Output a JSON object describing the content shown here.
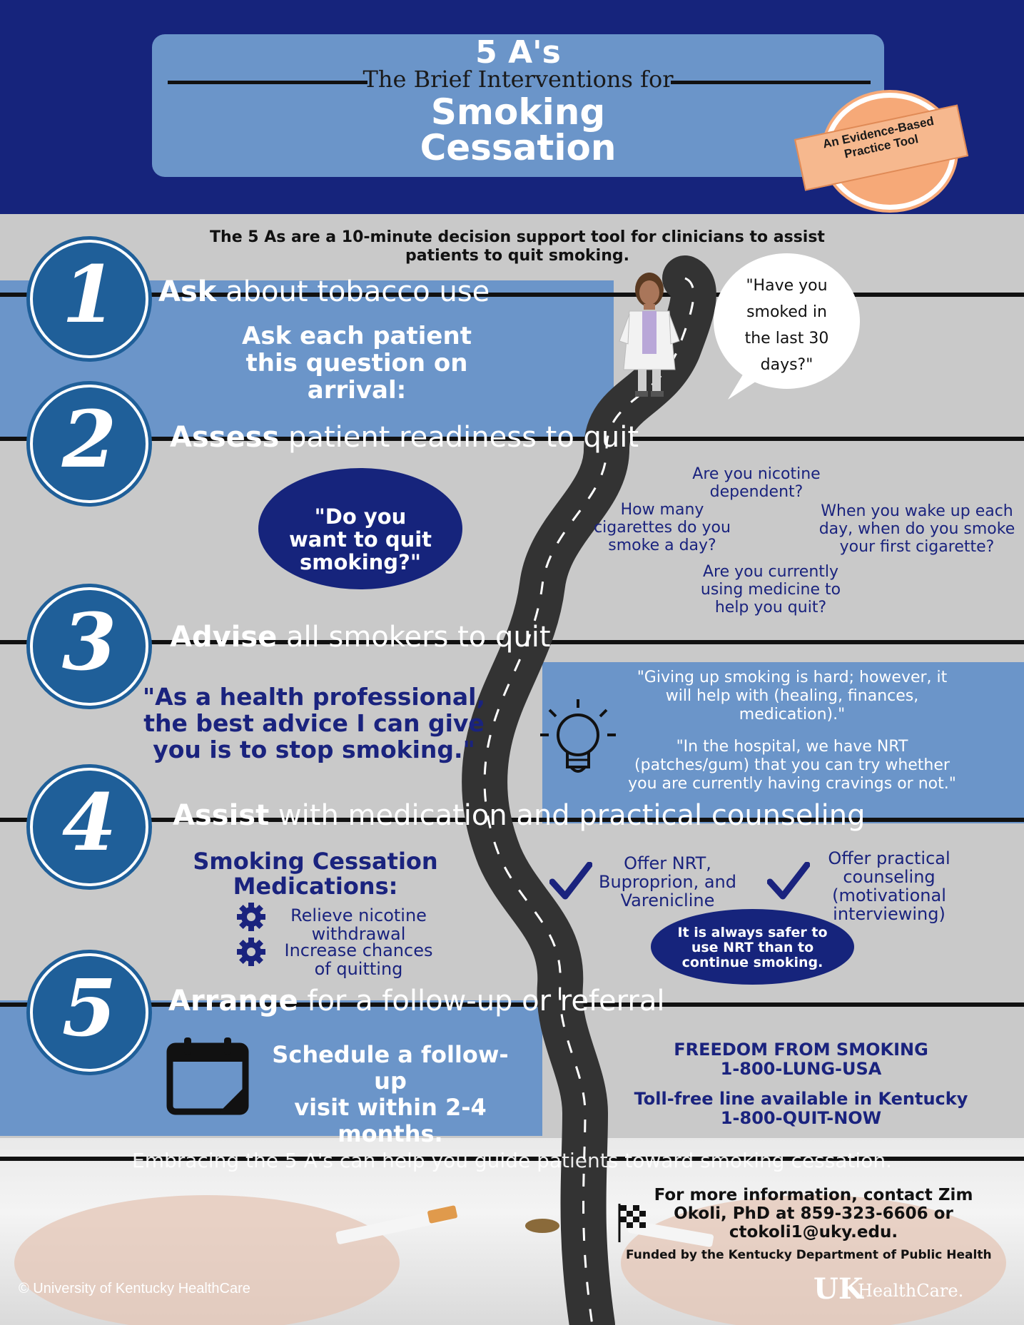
{
  "header": {
    "title_5as": "5 A's",
    "subtitle": "The Brief Interventions for",
    "title_line1": "Smoking",
    "title_line2": "Cessation",
    "badge_line1": "An Evidence-Based",
    "badge_line2": "Practice Tool"
  },
  "intro": {
    "line1": "The 5 As are a 10-minute decision support tool for clinicians to assist",
    "line2": "patients to quit smoking."
  },
  "steps": [
    {
      "number": "1",
      "keyword": "Ask",
      "rest": " about tobacco use"
    },
    {
      "number": "2",
      "keyword": "Assess",
      "rest": " patient readiness to quit"
    },
    {
      "number": "3",
      "keyword": "Advise",
      "rest": " all smokers to quit"
    },
    {
      "number": "4",
      "keyword": "Assist",
      "rest": " with medication and practical counseling"
    },
    {
      "number": "5",
      "keyword": "Arrange",
      "rest": " for a follow-up or referral"
    }
  ],
  "ask": {
    "instruction_line1": "Ask each patient",
    "instruction_line2": "this question on",
    "instruction_line3": "arrival:",
    "bubble_line1": "\"Have you",
    "bubble_line2": "smoked in",
    "bubble_line3": "the last 30",
    "bubble_line4": "days?\""
  },
  "assess": {
    "oval_line1": "\"Do you",
    "oval_line2": "want to quit",
    "oval_line3": "smoking?\"",
    "q1_line1": "Are you nicotine",
    "q1_line2": "dependent?",
    "q2_line1": "How many",
    "q2_line2": "cigarettes do you",
    "q2_line3": "smoke a day?",
    "q3_line1": "When you wake up each",
    "q3_line2": "day, when do you smoke",
    "q3_line3": "your first cigarette?",
    "q4_line1": "Are you currently",
    "q4_line2": "using medicine to",
    "q4_line3": "help you quit?"
  },
  "advise": {
    "quote_line1": "\"As a health professional,",
    "quote_line2": "the best advice I can give",
    "quote_line3": "you is to stop smoking.\"",
    "tip1_line1": "\"Giving up smoking is hard; however, it",
    "tip1_line2": "will help with (healing, finances,",
    "tip1_line3": "medication).\"",
    "tip2_line1": "\"In the hospital, we have NRT",
    "tip2_line2": "(patches/gum) that you can try whether",
    "tip2_line3": "you are currently having cravings or not.\""
  },
  "assist": {
    "med_title_line1": "Smoking Cessation",
    "med_title_line2": "Medications:",
    "med1_line1": "Relieve nicotine",
    "med1_line2": "withdrawal",
    "med2_line1": "Increase chances",
    "med2_line2": "of quitting",
    "offer1_line1": "Offer NRT,",
    "offer1_line2": "Buproprion, and",
    "offer1_line3": "Varenicline",
    "offer2_line1": "Offer practical",
    "offer2_line2": "counseling",
    "offer2_line3": "(motivational",
    "offer2_line4": "interviewing)",
    "safer_line1": "It is always safer to",
    "safer_line2": "use NRT than to",
    "safer_line3": "continue smoking."
  },
  "arrange": {
    "schedule_line1": "Schedule a follow-up",
    "schedule_line2": "visit within 2-4",
    "schedule_line3": "months.",
    "hotline1_name": "FREEDOM FROM SMOKING",
    "hotline1_number": "1-800-LUNG-USA",
    "hotline2_name": "Toll-free line available in Kentucky",
    "hotline2_number": "1-800-QUIT-NOW"
  },
  "footer": {
    "tagline": "Embracing the 5 A's can help you guide patients toward smoking cessation.",
    "contact_line1": "For more information, contact Zim",
    "contact_line2": "Okoli, PhD at 859-323-6606 or",
    "contact_line3": "ctokoli1@uky.edu.",
    "funded": "Funded by the Kentucky Department of Public Health",
    "copyright": "© University of Kentucky HealthCare",
    "logo_mark": "UK",
    "logo_text": "HealthCare."
  },
  "colors": {
    "header_navy": "#16247c",
    "band_blue": "#6b95c9",
    "circle_blue": "#1f5f99",
    "text_navy": "#1a237e",
    "badge_orange": "#f6a978",
    "background_gray": "#c9c9c9"
  }
}
